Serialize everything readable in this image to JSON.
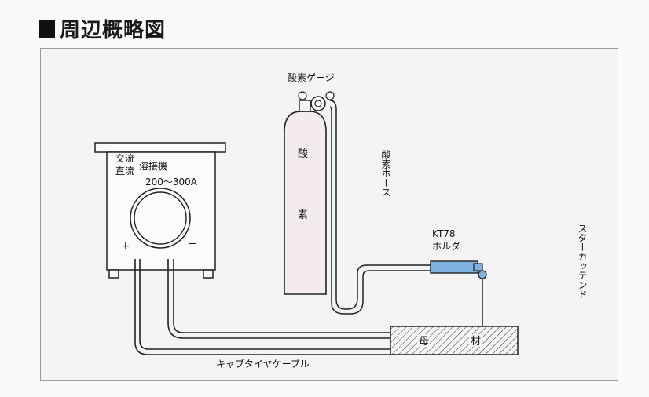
{
  "title": "周辺概略図",
  "labels": {
    "oxygen_gauge": "酸素ゲージ",
    "oxygen_tank_char1": "酸",
    "oxygen_tank_char2": "素",
    "oxygen_hose": "酸素ホース",
    "welder_ac": "交流",
    "welder_dc": "直流",
    "welder_name": "溶接機",
    "welder_range": "200～300A",
    "plus": "+",
    "minus": "－",
    "holder_model": "KT78",
    "holder_name": "ホルダー",
    "starter_end": "スターカッテンド",
    "base_char1": "母",
    "base_char2": "材",
    "cable": "キャブタイヤケーブル"
  },
  "colors": {
    "holder": "#7fb2e0",
    "tank_tint": "#f2e9ec",
    "line": "#222222"
  }
}
